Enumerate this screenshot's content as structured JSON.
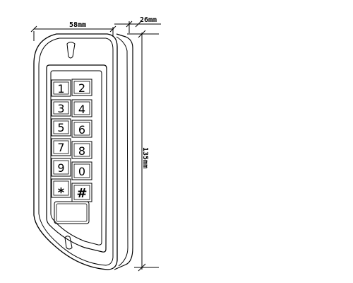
{
  "dimensions": {
    "width_label": "58mm",
    "depth_label": "26mm",
    "height_label": "135mm"
  },
  "keypad": {
    "keys": [
      "1",
      "2",
      "3",
      "4",
      "5",
      "6",
      "7",
      "8",
      "9",
      "0",
      "*",
      "#"
    ]
  }
}
